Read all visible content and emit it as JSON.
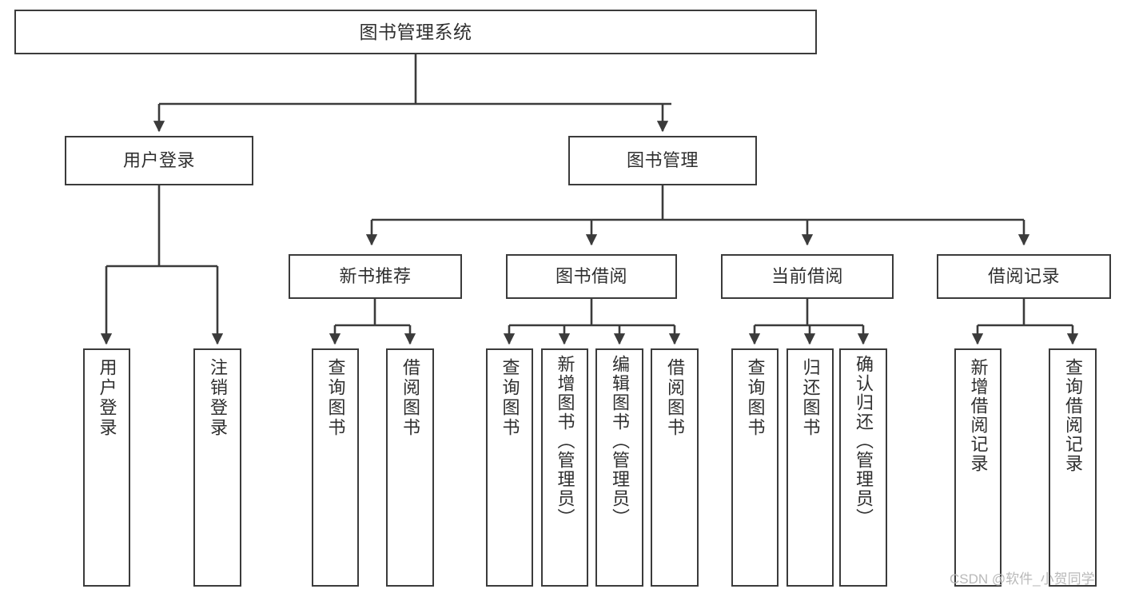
{
  "diagram": {
    "title": "图书管理系统",
    "type": "tree",
    "watermark": "CSDN @软件_小贺同学",
    "colors": {
      "background": "#ffffff",
      "border": "#3b3b3b",
      "text": "#2f2f2f",
      "connector": "#3b3b3b",
      "watermark": "#b9b9b9"
    },
    "nodes": {
      "root": {
        "label": "图书管理系统",
        "level": 1
      },
      "level2": [
        {
          "id": "user-login",
          "label": "用户登录"
        },
        {
          "id": "book-management",
          "label": "图书管理"
        }
      ],
      "level3": [
        {
          "id": "new-book-recommend",
          "label": "新书推荐",
          "parent": "book-management"
        },
        {
          "id": "book-borrow",
          "label": "图书借阅",
          "parent": "book-management"
        },
        {
          "id": "current-borrow",
          "label": "当前借阅",
          "parent": "book-management"
        },
        {
          "id": "borrow-record",
          "label": "借阅记录",
          "parent": "book-management"
        }
      ],
      "leaves": [
        {
          "id": "leaf-user-login",
          "label": "用户登录",
          "parent": "user-login"
        },
        {
          "id": "leaf-logout-login",
          "label": "注销登录",
          "parent": "user-login"
        },
        {
          "id": "leaf-query-book-rec",
          "label": "查询图书",
          "parent": "new-book-recommend"
        },
        {
          "id": "leaf-borrow-book-rec",
          "label": "借阅图书",
          "parent": "new-book-recommend"
        },
        {
          "id": "leaf-query-book-borrow",
          "label": "查询图书",
          "parent": "book-borrow"
        },
        {
          "id": "leaf-add-book",
          "label": "新增图书（管理员）",
          "parent": "book-borrow"
        },
        {
          "id": "leaf-edit-book",
          "label": "编辑图书（管理员）",
          "parent": "book-borrow"
        },
        {
          "id": "leaf-borrow-book",
          "label": "借阅图书",
          "parent": "book-borrow"
        },
        {
          "id": "leaf-query-book-current",
          "label": "查询图书",
          "parent": "current-borrow"
        },
        {
          "id": "leaf-return-book",
          "label": "归还图书",
          "parent": "current-borrow"
        },
        {
          "id": "leaf-confirm-return",
          "label": "确认归还（管理员）",
          "parent": "current-borrow"
        },
        {
          "id": "leaf-add-record",
          "label": "新增借阅记录",
          "parent": "borrow-record"
        },
        {
          "id": "leaf-query-record",
          "label": "查询借阅记录",
          "parent": "borrow-record"
        }
      ]
    }
  }
}
